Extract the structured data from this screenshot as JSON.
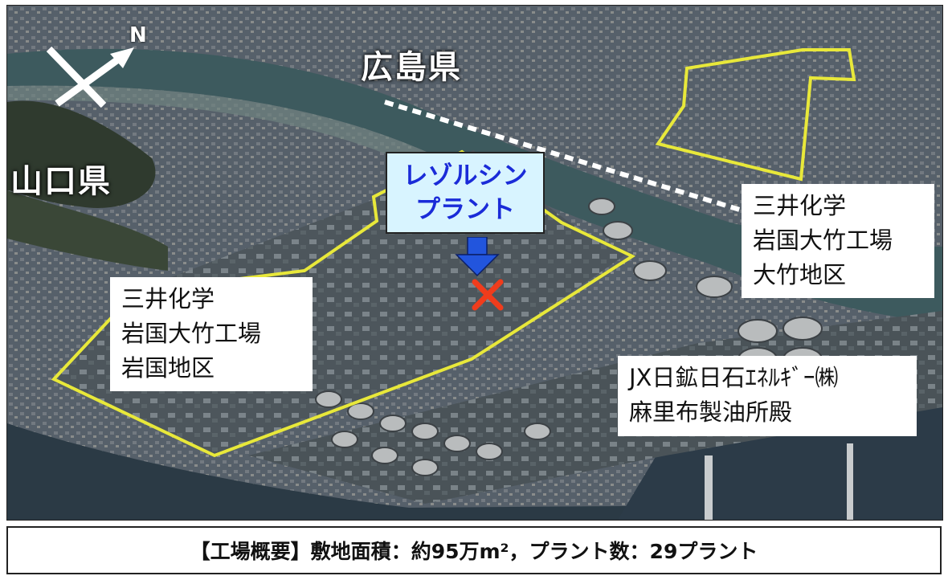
{
  "map": {
    "north_label": "N",
    "prefectures": {
      "hiroshima": "広島県",
      "yamaguchi": "山口県"
    },
    "callout": {
      "line1": "レゾルシン",
      "line2": "プラント"
    },
    "areas": {
      "otake": [
        "三井化学",
        "岩国大竹工場",
        "大竹地区"
      ],
      "iwakuni": [
        "三井化学",
        "岩国大竹工場",
        "岩国地区"
      ],
      "jx": [
        "JX日鉱日石ｴﾈﾙｷﾞｰ㈱",
        "麻里布製油所殿"
      ]
    },
    "colors": {
      "boundary": "#e8e83a",
      "marker": "#f03c1c",
      "arrow": "#2255dd",
      "callout_text": "#1a2bd8",
      "callout_bg": "#d8f4ff"
    },
    "icons": [
      "north-arrow-icon",
      "down-arrow-icon",
      "x-marker-icon"
    ]
  },
  "summary": {
    "heading": "【工場概要】",
    "area_label": "敷地面積",
    "area_value": "約95万m²",
    "plant_label": "プラント数",
    "plant_value": "29プラント",
    "separator": "：",
    "comma": "，"
  }
}
